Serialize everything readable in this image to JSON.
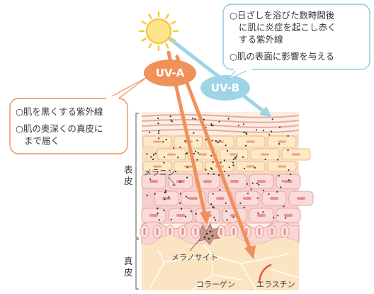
{
  "colors": {
    "uva": "#f0905a",
    "uvb": "#9fd3e6",
    "uva_callout_border": "#f0905a",
    "uvb_callout_border": "#8fc9de",
    "skin_pink": "#f6c6c6",
    "skin_tan": "#fde7bd",
    "dermis": "#fbe4c2",
    "melanin": "#333333"
  },
  "icons": [
    "sun-icon"
  ],
  "badges": {
    "uva": "UV-A",
    "uvb": "UV-B"
  },
  "uvb_callout": {
    "bullet1_line1": "○日ざしを浴びた数時間後",
    "bullet1_line2": "に肌に炎症を起こし赤く",
    "bullet1_line3": "する紫外線",
    "bullet2": "○肌の表面に影響を与える"
  },
  "uva_callout": {
    "bullet1": "○肌を黒くする紫外線",
    "bullet2_line1": "○肌の奥深くの真皮に",
    "bullet2_line2": "まで届く"
  },
  "layers": {
    "epidermis_line1": "表",
    "epidermis_line2": "皮",
    "dermis_line1": "真",
    "dermis_line2": "皮"
  },
  "labels": {
    "melanin": "メラニン",
    "melanocyte": "メラノサイト",
    "collagen": "コラーゲン",
    "elastin": "エラスチン"
  }
}
